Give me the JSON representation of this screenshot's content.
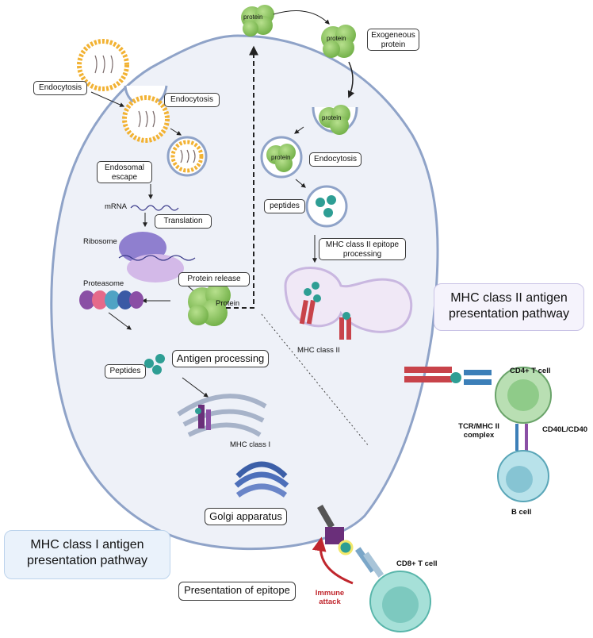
{
  "labels": {
    "endocytosis_1": "Endocytosis",
    "endocytosis_2": "Endocytosis",
    "endosomal_escape": "Endosomal escape",
    "mrna": "mRNA",
    "translation": "Translation",
    "ribosome": "Ribosome",
    "protein_release": "Protein release",
    "protein": "Protein",
    "proteasome": "Proteasome",
    "antigen_processing": "Antigen processing",
    "peptides_1": "Peptides",
    "mhc_class_1": "MHC class I",
    "golgi": "Golgi apparatus",
    "protein_top": "protein",
    "protein_exo": "protein",
    "exogeneous_protein": "Exogeneous protein",
    "protein_notch": "protein",
    "protein_vesicle": "protein",
    "endocytosis_3": "Endocytosis",
    "peptides_2": "peptides",
    "mhc2_processing": "MHC class II epitope processing",
    "mhc_class_2": "MHC class II",
    "mhc2_pathway": "MHC class II antigen presentation pathway",
    "mhc1_pathway": "MHC class I antigen presentation pathway",
    "cd4_t_cell": "CD4+ T cell",
    "tcr_mhc2": "TCR/MHC II complex",
    "cd40": "CD40L/CD40",
    "b_cell": "B cell",
    "cd8_t_cell": "CD8+ T cell",
    "immune_attack": "Immune attack",
    "presentation_epitope": "Presentation of epitope"
  },
  "colors": {
    "cell_fill": "#eef1f8",
    "cell_border": "#8fa3c8",
    "protein_green": "#8cc665",
    "peptide_teal": "#2e9e94",
    "mhc_red": "#c8434a",
    "mhc_purple": "#6a2f7a",
    "panel_fill": "#f5f3fc",
    "t_cell_cd4": "#9cd09a",
    "b_cell": "#9ad3df",
    "cd8_cell": "#8fd6cf",
    "attack_red": "#c0262d"
  }
}
